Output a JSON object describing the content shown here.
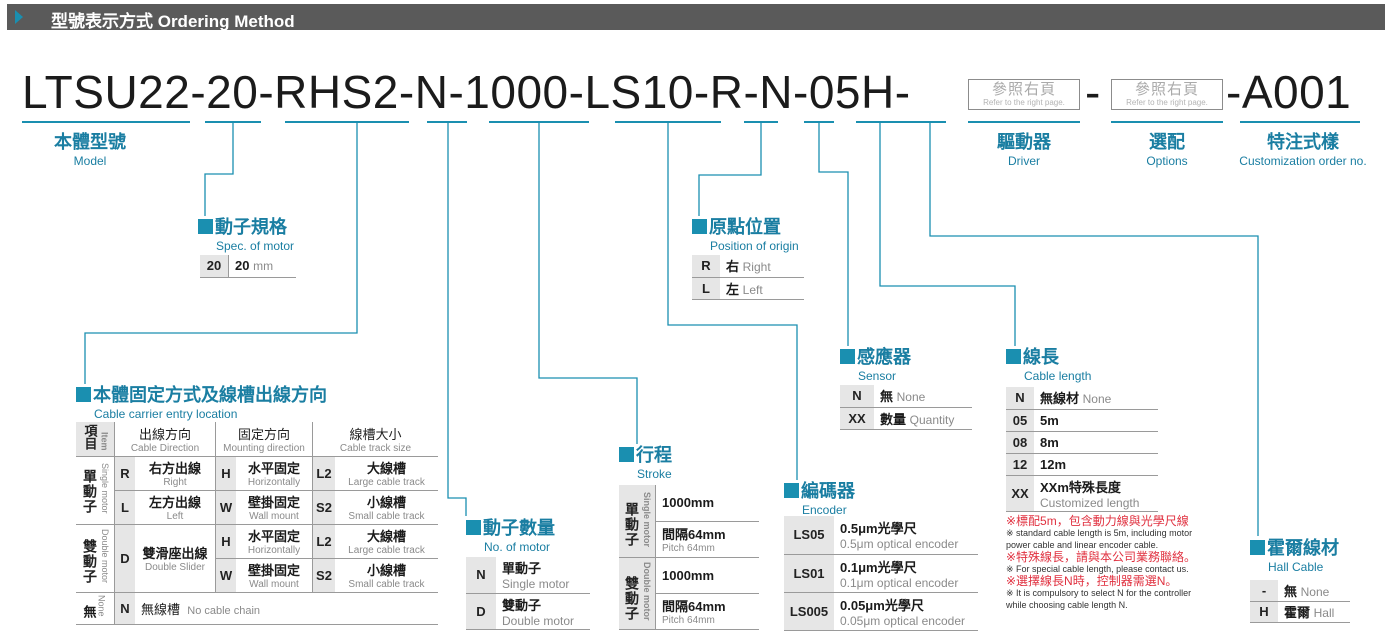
{
  "header": {
    "title": "型號表示方式 Ordering Method"
  },
  "code": {
    "parts": [
      "LTSU22",
      "-",
      "20",
      "-",
      "RHS2",
      "-",
      "N",
      "-",
      "1000",
      "-",
      "LS10",
      "-",
      "R",
      "-",
      "N",
      "-",
      "05H",
      "-"
    ],
    "ref1_zh": "參照右頁",
    "ref1_en": "Refer to the right page.",
    "ref2_zh": "參照右頁",
    "ref2_en": "Refer to the right page.",
    "dash_a": "-",
    "dash_b": "-",
    "suffix": "-A001"
  },
  "captions": {
    "model_zh": "本體型號",
    "model_en": "Model",
    "driver_zh": "驅動器",
    "driver_en": "Driver",
    "options_zh": "選配",
    "options_en": "Options",
    "custom_zh": "特注式樣",
    "custom_en": "Customization order no."
  },
  "spec": {
    "title_zh": "動子規格",
    "title_en": "Spec. of motor",
    "code": "20",
    "value": "20",
    "unit": "mm"
  },
  "origin": {
    "title_zh": "原點位置",
    "title_en": "Position of origin",
    "rows": [
      {
        "code": "R",
        "zh": "右",
        "en": "Right"
      },
      {
        "code": "L",
        "zh": "左",
        "en": "Left"
      }
    ]
  },
  "carrier": {
    "title_zh": "本體固定方式及線槽出線方向",
    "title_en": "Cable carrier entry location",
    "head": {
      "item_zh": "項目",
      "item_en": "Item",
      "dir_zh": "出線方向",
      "dir_en": "Cable Direction",
      "mount_zh": "固定方向",
      "mount_en": "Mounting direction",
      "size_zh": "線槽大小",
      "size_en": "Cable track size"
    },
    "single_zh": "單動子",
    "single_en": "Single motor",
    "double_zh": "雙動子",
    "double_en": "Double motor",
    "none_zh": "無",
    "none_en": "None",
    "r_code": "R",
    "r_zh": "右方出線",
    "r_en": "Right",
    "l_code": "L",
    "l_zh": "左方出線",
    "l_en": "Left",
    "d_code": "D",
    "d_zh": "雙滑座出線",
    "d_en": "Double Slider",
    "h_code": "H",
    "h_zh": "水平固定",
    "h_en": "Horizontally",
    "w_code": "W",
    "w_zh": "壁掛固定",
    "w_en": "Wall mount",
    "l2_code": "L2",
    "l2_zh": "大線槽",
    "l2_en": "Large cable track",
    "s2_code": "S2",
    "s2_zh": "小線槽",
    "s2_en": "Small cable track",
    "n_code": "N",
    "n_zh": "無線槽",
    "n_en": "No cable chain"
  },
  "motors": {
    "title_zh": "動子數量",
    "title_en": "No. of motor",
    "rows": [
      {
        "code": "N",
        "zh": "單動子",
        "en": "Single motor"
      },
      {
        "code": "D",
        "zh": "雙動子",
        "en": "Double motor"
      }
    ]
  },
  "stroke": {
    "title_zh": "行程",
    "title_en": "Stroke",
    "single_zh": "單動子",
    "single_en": "Single motor",
    "double_zh": "雙動子",
    "double_en": "Double motor",
    "s1": "1000mm",
    "s2_zh": "間隔64mm",
    "s2_en": "Pitch 64mm",
    "d1": "1000mm",
    "d2_zh": "間隔64mm",
    "d2_en": "Pitch 64mm"
  },
  "encoder": {
    "title_zh": "編碼器",
    "title_en": "Encoder",
    "rows": [
      {
        "code": "LS05",
        "zh": "0.5μm光學尺",
        "en": "0.5μm optical encoder"
      },
      {
        "code": "LS01",
        "zh": "0.1μm光學尺",
        "en": "0.1μm optical encoder"
      },
      {
        "code": "LS005",
        "zh": "0.05μm光學尺",
        "en": "0.05μm optical encoder"
      }
    ]
  },
  "sensor": {
    "title_zh": "感應器",
    "title_en": "Sensor",
    "rows": [
      {
        "code": "N",
        "zh": "無",
        "en": "None"
      },
      {
        "code": "XX",
        "zh": "數量",
        "en": "Quantity"
      }
    ]
  },
  "cable": {
    "title_zh": "線長",
    "title_en": "Cable length",
    "rows": [
      {
        "code": "N",
        "zh": "無線材",
        "en": "None"
      },
      {
        "code": "05",
        "zh": "5m",
        "en": ""
      },
      {
        "code": "08",
        "zh": "8m",
        "en": ""
      },
      {
        "code": "12",
        "zh": "12m",
        "en": ""
      },
      {
        "code": "XX",
        "zh": "XXm特殊長度",
        "en": "Customized length"
      }
    ],
    "note1_zh": "※標配5m，包含動力線與光學尺線",
    "note1_en_a": "※ standard cable length is 5m, including motor",
    "note1_en_b": "power cable and linear encoder cable.",
    "note2_zh": "※特殊線長，請與本公司業務聯絡。",
    "note2_en": "※ For special cable length, please contact us.",
    "note3_zh": "※選擇線長N時，控制器需選N。",
    "note3_en_a": "※ It is compulsory to select N for the controller",
    "note3_en_b": "while choosing cable length N."
  },
  "hall": {
    "title_zh": "霍爾線材",
    "title_en": "Hall Cable",
    "rows": [
      {
        "code": "-",
        "zh": "無",
        "en": "None"
      },
      {
        "code": "H",
        "zh": "霍爾",
        "en": "Hall"
      }
    ]
  },
  "colors": {
    "accent": "#1a8fb0",
    "bar": "#5a5a5a",
    "note": "#e0303f",
    "keycell": "#e6e6e6"
  }
}
